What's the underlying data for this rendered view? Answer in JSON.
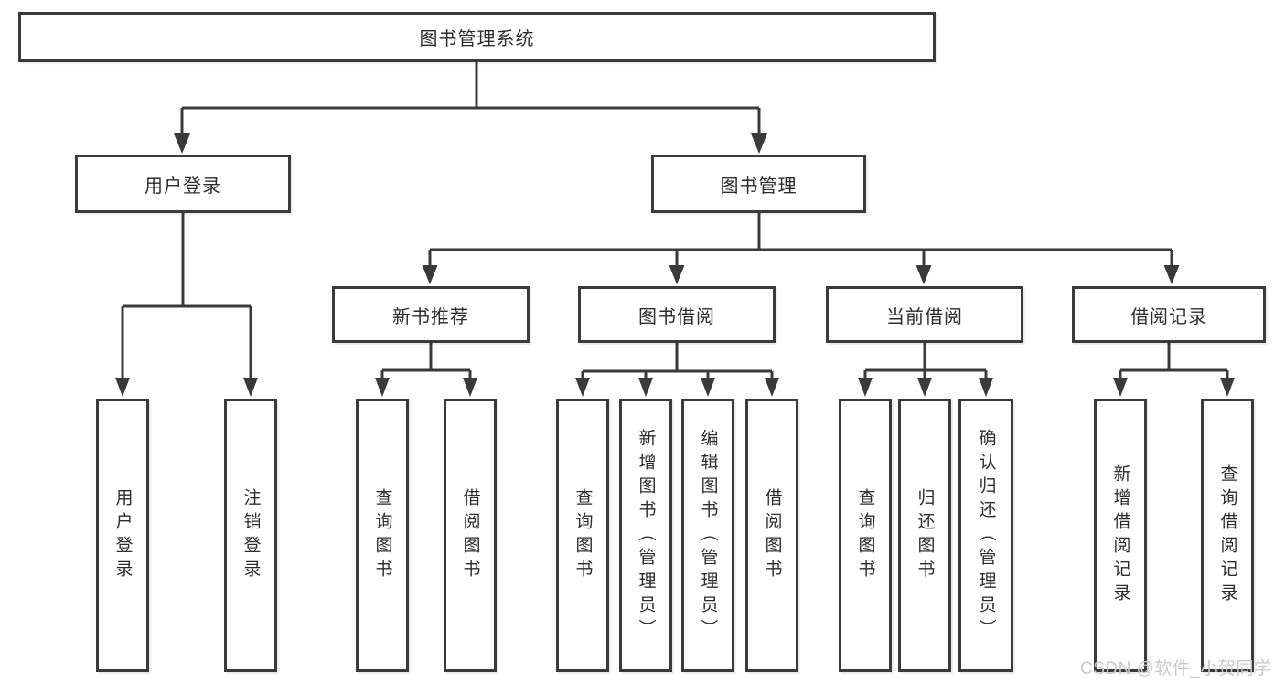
{
  "diagram": {
    "type": "hierarchy-tree",
    "root": {
      "label": "图书管理系统"
    },
    "level2": [
      {
        "label": "用户登录",
        "leaves": [
          {
            "label": "用户登录"
          },
          {
            "label": "注销登录"
          }
        ]
      },
      {
        "label": "图书管理",
        "children": [
          {
            "label": "新书推荐",
            "leaves": [
              {
                "label": "查询图书"
              },
              {
                "label": "借阅图书"
              }
            ]
          },
          {
            "label": "图书借阅",
            "leaves": [
              {
                "label": "查询图书"
              },
              {
                "label": "新增图书（管理员）"
              },
              {
                "label": "编辑图书（管理员）"
              },
              {
                "label": "借阅图书"
              }
            ]
          },
          {
            "label": "当前借阅",
            "leaves": [
              {
                "label": "查询图书"
              },
              {
                "label": "归还图书"
              },
              {
                "label": "确认归还（管理员）"
              }
            ]
          },
          {
            "label": "借阅记录",
            "leaves": [
              {
                "label": "新增借阅记录"
              },
              {
                "label": "查询借阅记录"
              }
            ]
          }
        ]
      }
    ]
  },
  "watermark": {
    "text": "CSDN @软件_小贺同学"
  },
  "colors": {
    "line": "#3a3a3a",
    "border": "#3a3a3a",
    "text": "#2d2d2d",
    "background": "#ffffff",
    "watermark": "#c9c9c9"
  }
}
